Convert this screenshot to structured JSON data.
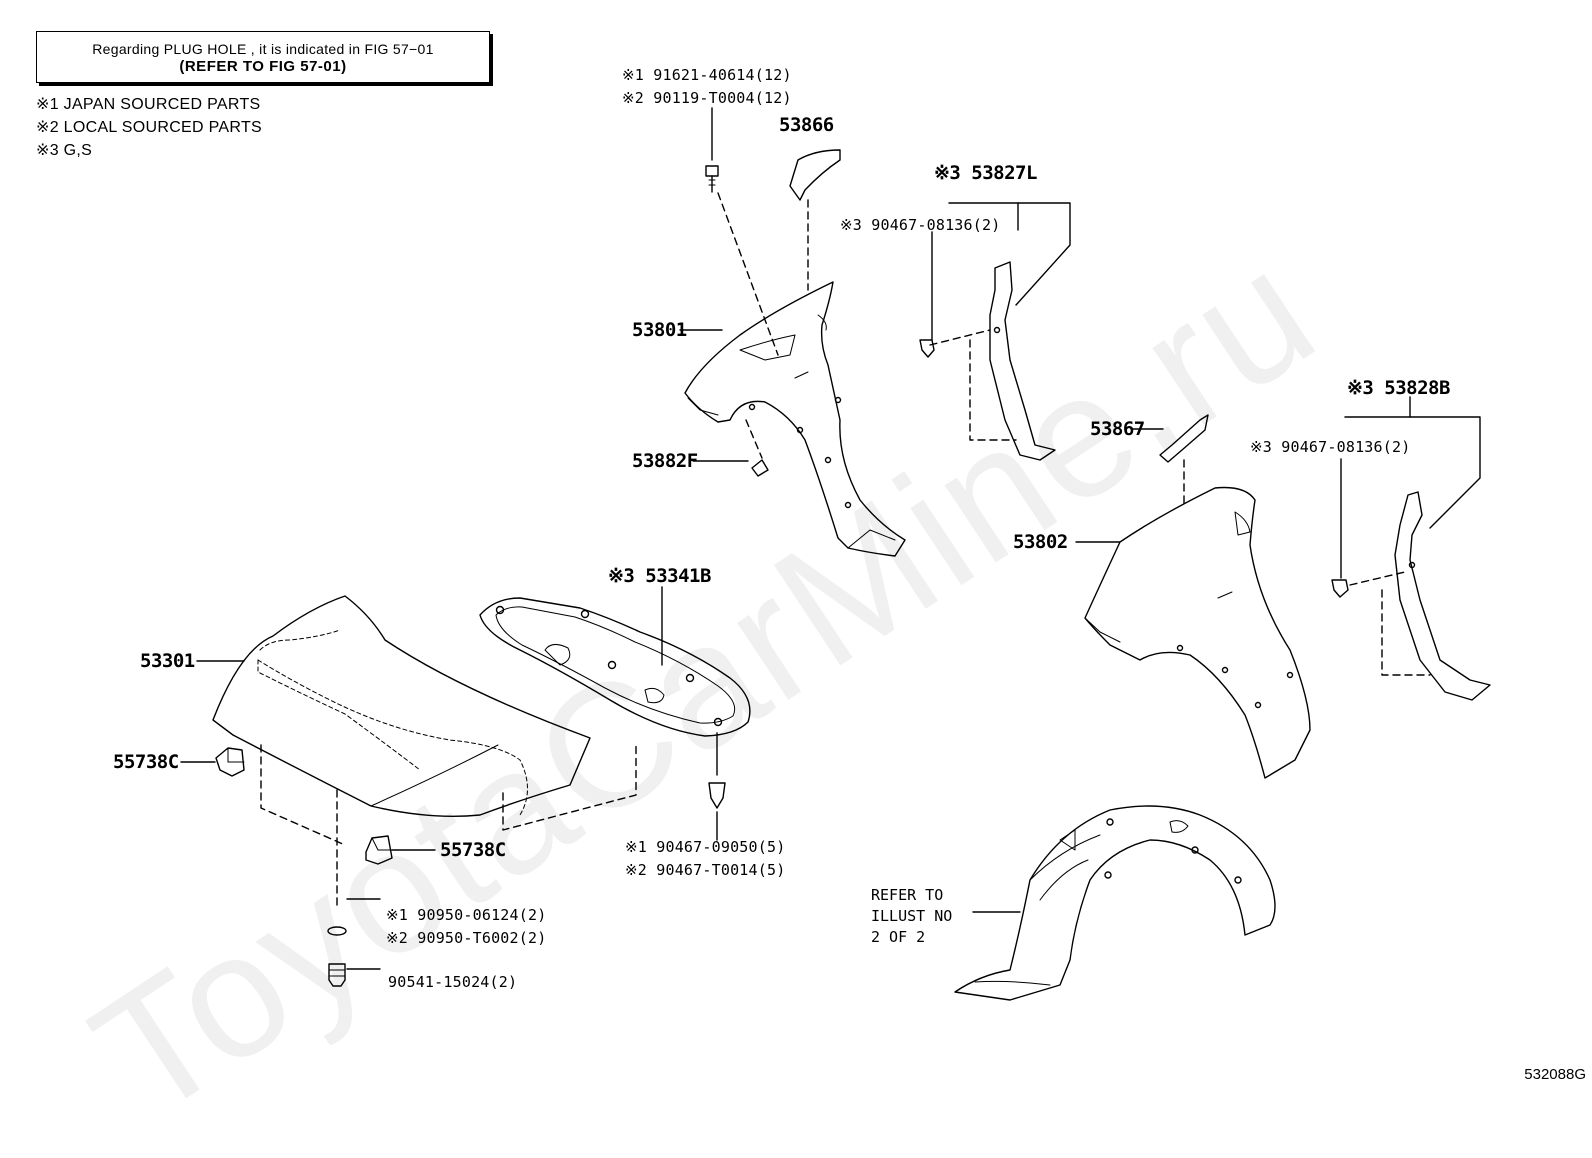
{
  "note": {
    "line1": "Regarding  PLUG  HOLE , it is indicated in FIG  57−01",
    "line2": "(REFER TO FIG 57-01)"
  },
  "legend": [
    "※1 JAPAN SOURCED PARTS",
    "※2 LOCAL SOURCED PARTS",
    "※3 G,S"
  ],
  "watermark": "ToyotaCarMine.ru",
  "parts": {
    "p53301": "53301",
    "p55738c_left": "55738C",
    "p55738c_bottom": "55738C",
    "p53341b": "※3 53341B",
    "p53801": "53801",
    "p53882f": "53882F",
    "p53866": "53866",
    "p53827l": "※3 53827L",
    "p53867": "53867",
    "p53802": "53802",
    "p53828b": "※3 53828B"
  },
  "fasteners": {
    "bolt_1": "※1 91621-40614(12)",
    "bolt_2": "※2 90119-T0004(12)",
    "clip_left": "※3 90467-08136(2)",
    "clip_right": "※3 90467-08136(2)",
    "clip_hood_1": "※1 90467-09050(5)",
    "clip_hood_2": "※2 90467-T0014(5)",
    "grommet_1": "※1 90950-06124(2)",
    "grommet_2": "※2 90950-T6002(2)",
    "cushion": "90541-15024(2)"
  },
  "refer": {
    "line1": "REFER TO",
    "line2": "ILLUST NO",
    "line3": "2 OF 2"
  },
  "figure_id": "532088G"
}
